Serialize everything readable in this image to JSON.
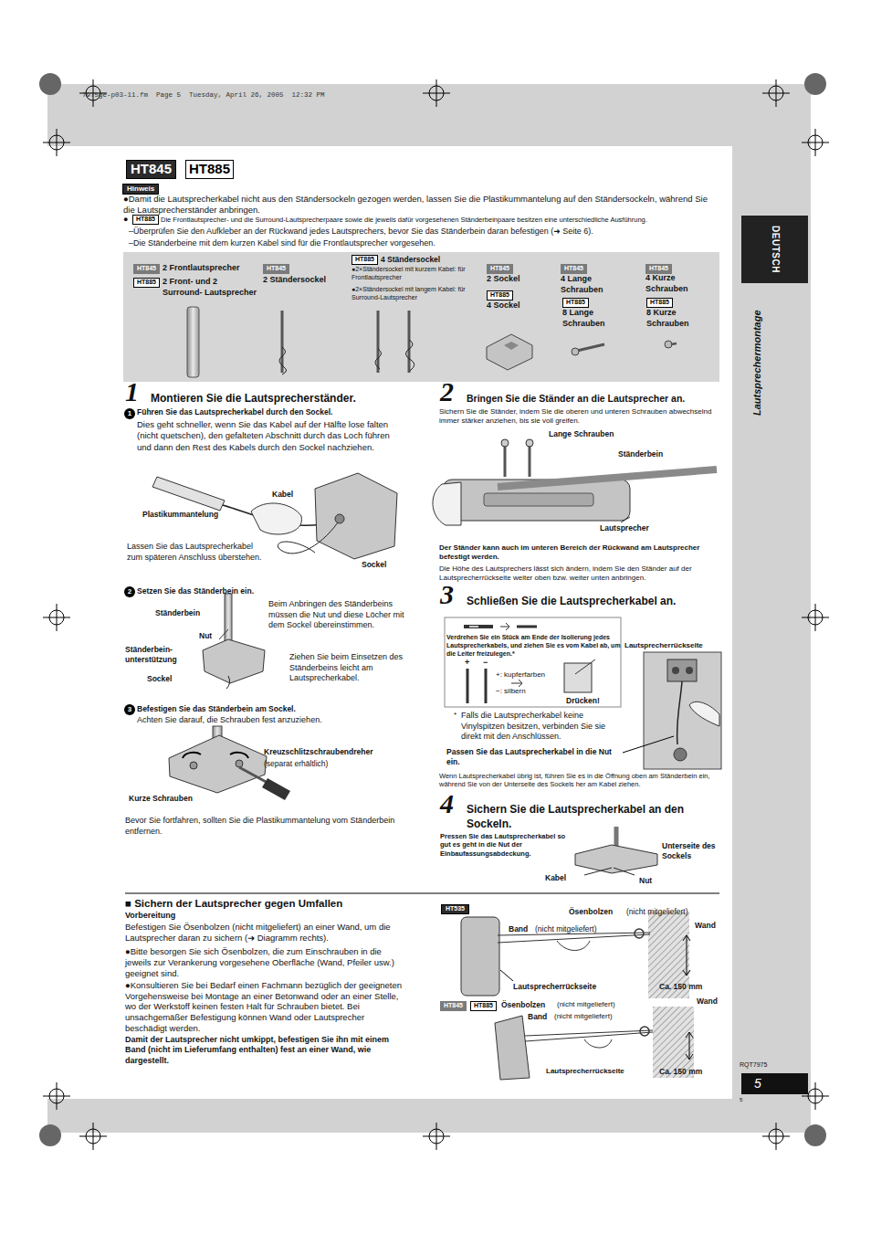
{
  "diagram": {
    "nodes": [
      {
        "text": [
          "HT845"
        ]
      },
      {
        "text": [
          "HT885"
        ]
      },
      {
        "text": [
          "Hinweis"
        ]
      },
      {
        "text": [
          "HT885"
        ]
      },
      {
        "text": [
          "DEUTSCH"
        ]
      },
      {
        "text": [
          "HT845"
        ]
      },
      {
        "text": [
          "HT885"
        ]
      },
      {
        "text": [
          "HT845"
        ]
      },
      {
        "text": [
          "HT885"
        ]
      },
      {
        "text": [
          "HT845"
        ]
      },
      {
        "text": [
          "HT885"
        ]
      },
      {
        "text": [
          "HT845"
        ]
      },
      {
        "text": [
          "HT885"
        ]
      },
      {
        "text": [
          "HT845"
        ]
      },
      {
        "text": [
          "HT885"
        ]
      },
      {
        "text": [
          "1"
        ]
      },
      {
        "text": [
          "2"
        ]
      },
      {
        "text": [
          "3"
        ]
      },
      {
        "text": [
          "HT535"
        ]
      },
      {
        "text": [
          "HT845"
        ]
      },
      {
        "text": [
          "HT885"
        ]
      },
      {
        "text": [
          "5"
        ]
      }
    ],
    "labels": [
      "7975ge-p03-11.fm  Page 5  Tuesday, April 26, 2005  12:32 PM",
      "●Damit die Lautsprecherkabel nicht aus den Ständersockeln gezogen werden, lassen Sie die Plastikummantelung auf den Ständersockeln, während Sie die Lautsprecherständer anbringen.",
      "●",
      "Die Frontlautsprecher- und die Surround-Lautsprecherpaare sowie die jeweils dafür vorgesehenen Ständerbeinpaare besitzen eine unterschiedliche Ausführung.",
      "–Überprüfen Sie den Aufkleber an der Rückwand jedes Lautsprechers, bevor Sie das Ständerbein daran befestigen (➜ Seite 6).",
      "–Die Ständerbeine mit dem kurzen Kabel sind für die Frontlautsprecher vorgesehen.",
      "2  Frontlautsprecher",
      "2 Front- und 2 Surround- Lautsprecher",
      "2 Ständersockel",
      "4 Ständersockel",
      "●2×Ständersockel mit kurzem Kabel: für Frontlautsprecher",
      "●2×Ständersockel mit langem Kabel: für Surround-Lautsprecher",
      "2 Sockel",
      "4 Sockel",
      "4 Lange Schrauben",
      "8 Lange Schrauben",
      "4 Kurze Schrauben",
      "8 Kurze Schrauben",
      "1",
      "Montieren Sie die Lautsprecherständer.",
      "Führen Sie das Lautsprecherkabel durch den Sockel.",
      "Dies geht schneller, wenn Sie das Kabel auf der Hälfte lose falten (nicht quetschen), den gefalteten Abschnitt durch das Loch führen und dann den Rest des Kabels durch den Sockel nachziehen.",
      "Kabel",
      "Plastikummantelung",
      "Lassen Sie das Lautsprecherkabel zum späteren Anschluss überstehen.",
      "Sockel",
      "Setzen Sie das Ständerbein ein.",
      "Ständerbein",
      "Beim Anbringen des Ständerbeins müssen die Nut und diese Löcher mit dem Sockel übereinstimmen.",
      "Nut",
      "Ständerbein- unterstützung",
      "Ziehen Sie beim Einsetzen des Ständerbeins leicht am Lautsprecherkabel.",
      "Sockel",
      "Befestigen Sie das Ständerbein am Sockel.",
      "Achten Sie darauf, die Schrauben fest anzuziehen.",
      "Kreuzschlitzschraubendreher",
      "(separat erhältlich)",
      "Kurze Schrauben",
      "Bevor Sie fortfahren, sollten Sie die Plastikummantelung vom Ständerbein entfernen.",
      "2",
      "Bringen Sie die Ständer an die Lautsprecher an.",
      "Sichern Sie die Ständer, indem Sie die oberen und unteren Schrauben abwechselnd immer stärker anziehen, bis sie voll greifen.",
      "Lange Schrauben",
      "Ständerbein",
      "Lautsprecher",
      "Der Ständer kann auch im unteren Bereich der Rückwand am Lautsprecher befestigt werden.",
      "Die Höhe des Lautsprechers lässt sich ändern, indem Sie den Ständer auf der Lautsprecherrückseite weiter oben bzw. weiter unten anbringen.",
      "3",
      "Schließen Sie die Lautsprecherkabel an.",
      "Lautsprecherrückseite",
      "Verdrehen Sie ein Stück am Ende der Isolierung jedes Lautsprecherkabels, und ziehen Sie es vom Kabel ab, um die Leiter freizulegen.*",
      "+",
      "−",
      "+: kupferfarben",
      "−: silbern",
      "Drücken!",
      "*",
      "Falls die Lautsprecherkabel keine Vinylspitzen besitzen, verbinden Sie sie direkt mit den Anschlüssen.",
      "Passen Sie das Lautsprecherkabel in die Nut ein.",
      "Wenn Lautsprecherkabel übrig ist, führen Sie es in die Öffnung oben am Ständerbein ein, während Sie von der Unterseite des Sockels her am Kabel ziehen.",
      "4",
      "Sichern Sie die Lautsprecherkabel an den Sockeln.",
      "Pressen Sie das Lautsprecherkabel so gut es geht in die Nut der Einbaufassungsabdeckung.",
      "Unterseite des Sockels",
      "Kabel",
      "Nut",
      "■ Sichern der Lautsprecher gegen Umfallen",
      "Vorbereitung",
      "Befestigen Sie Ösenbolzen (nicht mitgeliefert) an einer Wand, um die Lautsprecher daran zu sichern (➜ Diagramm rechts).",
      "●Bitte besorgen Sie sich Ösenbolzen, die zum Einschrauben in die jeweils zur Verankerung vorgesehene Oberfläche (Wand, Pfeiler usw.) geeignet sind.",
      "●Konsultieren Sie bei Bedarf einen Fachmann bezüglich der geeigneten Vorgehensweise bei Montage an einer Betonwand oder an einer Stelle, wo der Werkstoff keinen festen Halt für Schrauben bietet. Bei unsachgemäßer Befestigung können Wand oder Lautsprecher beschädigt werden.",
      "Damit der Lautsprecher nicht umkippt, befestigen Sie ihn mit einem Band (nicht im Lieferumfang enthalten) fest an einer Wand, wie dargestellt.",
      "Ösenbolzen",
      "(nicht mitgeliefert)",
      "Band",
      "(nicht mitgeliefert)",
      "Wand",
      "Lautsprecherrückseite",
      "Ca. 150 mm",
      "Ösenbolzen",
      "(nicht mitgeliefert)",
      "Band",
      "(nicht mitgeliefert)",
      "Wand",
      "Lautsprecherrückseite",
      "Ca. 150 mm",
      "Lautsprechermontage",
      "RQT7975",
      "5"
    ]
  }
}
